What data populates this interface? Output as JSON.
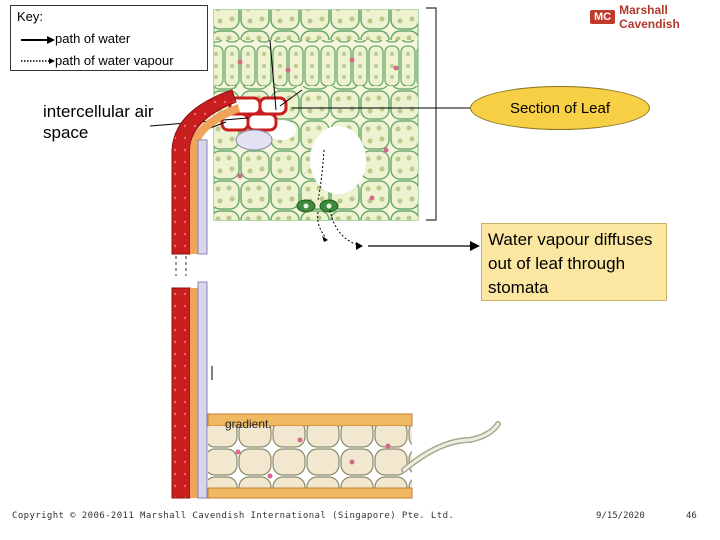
{
  "key": {
    "title": "Key:",
    "water_label": "path of water",
    "vapour_label": "path of water vapour"
  },
  "logo": {
    "mark": "MC",
    "text": "Marshall Cavendish"
  },
  "labels": {
    "intercellular": "intercellular air space",
    "section_of_leaf": "Section of Leaf",
    "vapour_diffuses": "Water vapour diffuses out of leaf through stomata",
    "gradient": "gradient."
  },
  "footer": {
    "copyright": "Copyright © 2006-2011 Marshall Cavendish International (Singapore) Pte. Ltd.",
    "date": "9/15/2020",
    "page": "46"
  },
  "colors": {
    "xylem_red": "#c81e1e",
    "xylem_orange": "#f0a35a",
    "cell_fill": "#eef2cf",
    "cell_border": "#6aa86a",
    "chloroplast": "#b7c98a",
    "nucleus": "#d46a8a",
    "root_fill": "#f2e8cf",
    "oval_fill": "#f7d046",
    "box_fill": "#fbe7a1"
  }
}
